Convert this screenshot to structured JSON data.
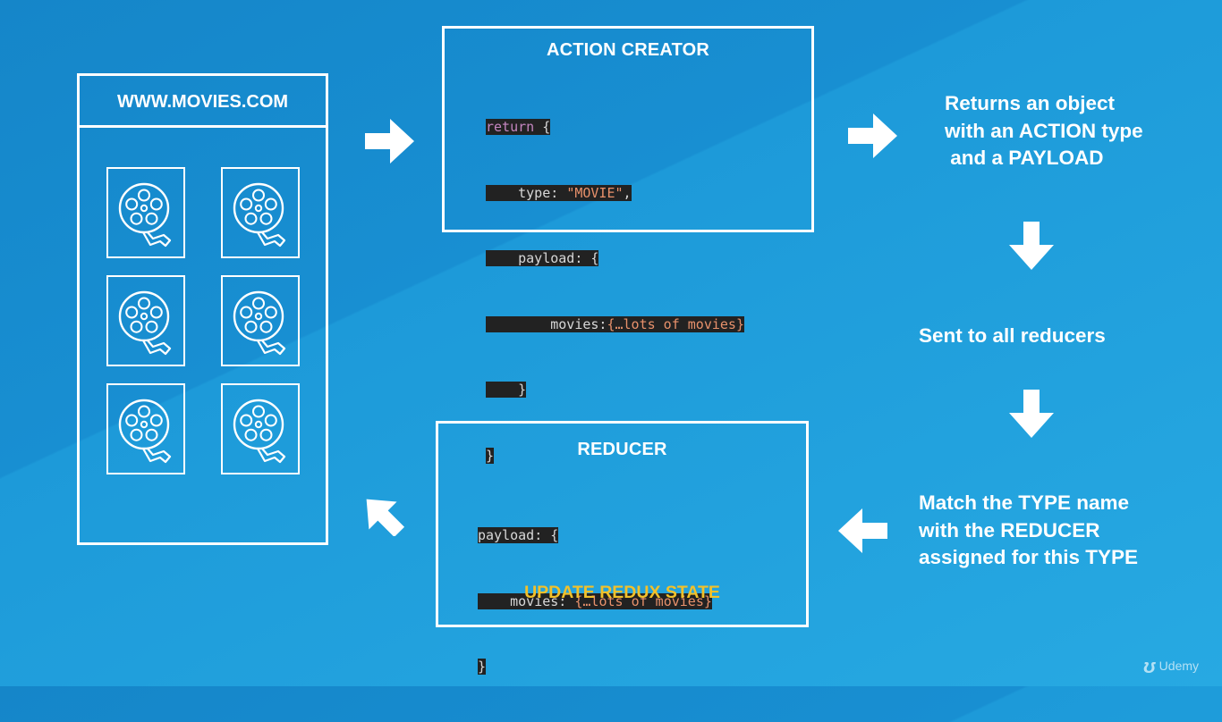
{
  "website": {
    "title": "WWW.MOVIES.COM",
    "tile_icon": "film-reel-icon",
    "tile_count": 6
  },
  "action_creator": {
    "title": "ACTION CREATOR",
    "code": {
      "l1_kw": "return",
      "l1_rest": " {",
      "l2_key": "    type: ",
      "l2_str": "\"MOVIE\"",
      "l2_end": ",",
      "l3": "    payload: {",
      "l4_key": "        movies:",
      "l4_obj": "{…lots of movies}",
      "l5": "    }",
      "l6": "}"
    }
  },
  "reducer": {
    "title": "REDUCER",
    "code": {
      "l1": "payload: {",
      "l2_key": "    movies: ",
      "l2_obj": "{…lots of movies}",
      "l3": "}"
    },
    "update_label": "UPDATE REDUX STATE"
  },
  "steps": {
    "returns": [
      "Returns an object",
      "with an ACTION type",
      " and a PAYLOAD"
    ],
    "sent": "Sent to all reducers",
    "match": [
      "Match the TYPE name",
      "with the REDUCER",
      "assigned for this TYPE"
    ]
  },
  "brand": {
    "name": "Udemy",
    "icon": "udemy-logo-icon"
  },
  "colors": {
    "background": "#1d9ad9",
    "highlight": "#f2c12a",
    "code_bg": "#222222",
    "keyword": "#c586c0",
    "string": "#e8916b"
  }
}
